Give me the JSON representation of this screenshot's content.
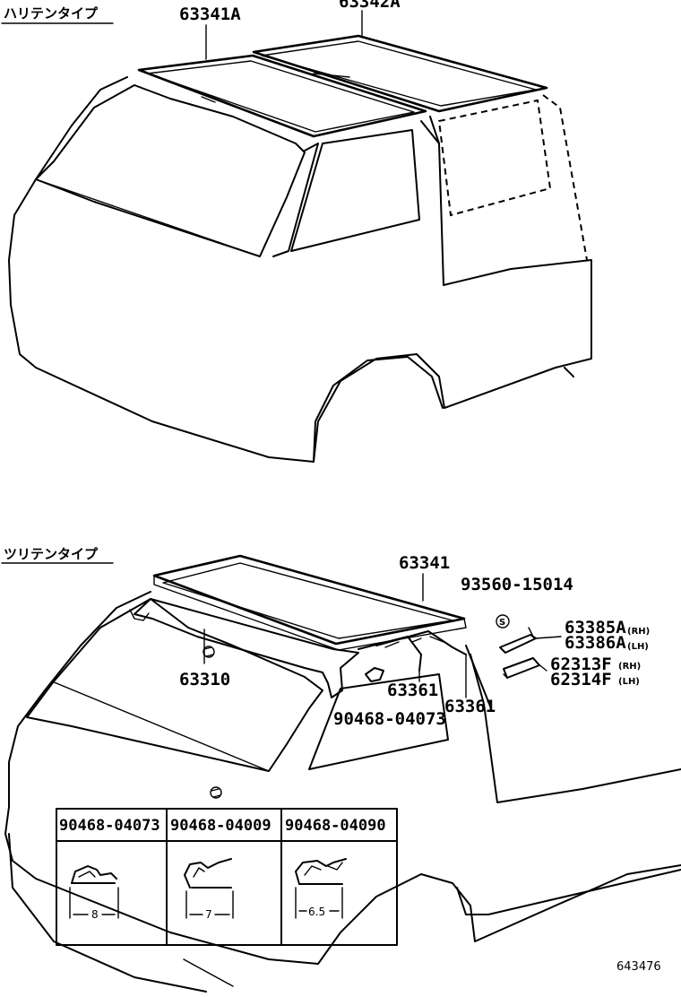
{
  "sections": {
    "top": {
      "heading": "ハリテンタイプ"
    },
    "bottom": {
      "heading": "ツリテンタイプ"
    }
  },
  "parts": {
    "p63341A": "63341A",
    "p63342A": "63342A",
    "p63341": "63341",
    "p63310": "63310",
    "p93560": "93560-15014",
    "p63385A": "63385A",
    "p63386A": "63386A",
    "p62313F": "62313F",
    "p62314F": "62314F",
    "p63361a": "63361",
    "p63361b": "63361",
    "p90468_04073": "90468-04073"
  },
  "suffix": {
    "rh": "(RH)",
    "lh": "(LH)"
  },
  "clip_table": {
    "columns": [
      "90468-04073",
      "90468-04009",
      "90468-04090"
    ],
    "dimensions": [
      "8",
      "7",
      "6.5"
    ]
  },
  "reference_number": "643476"
}
